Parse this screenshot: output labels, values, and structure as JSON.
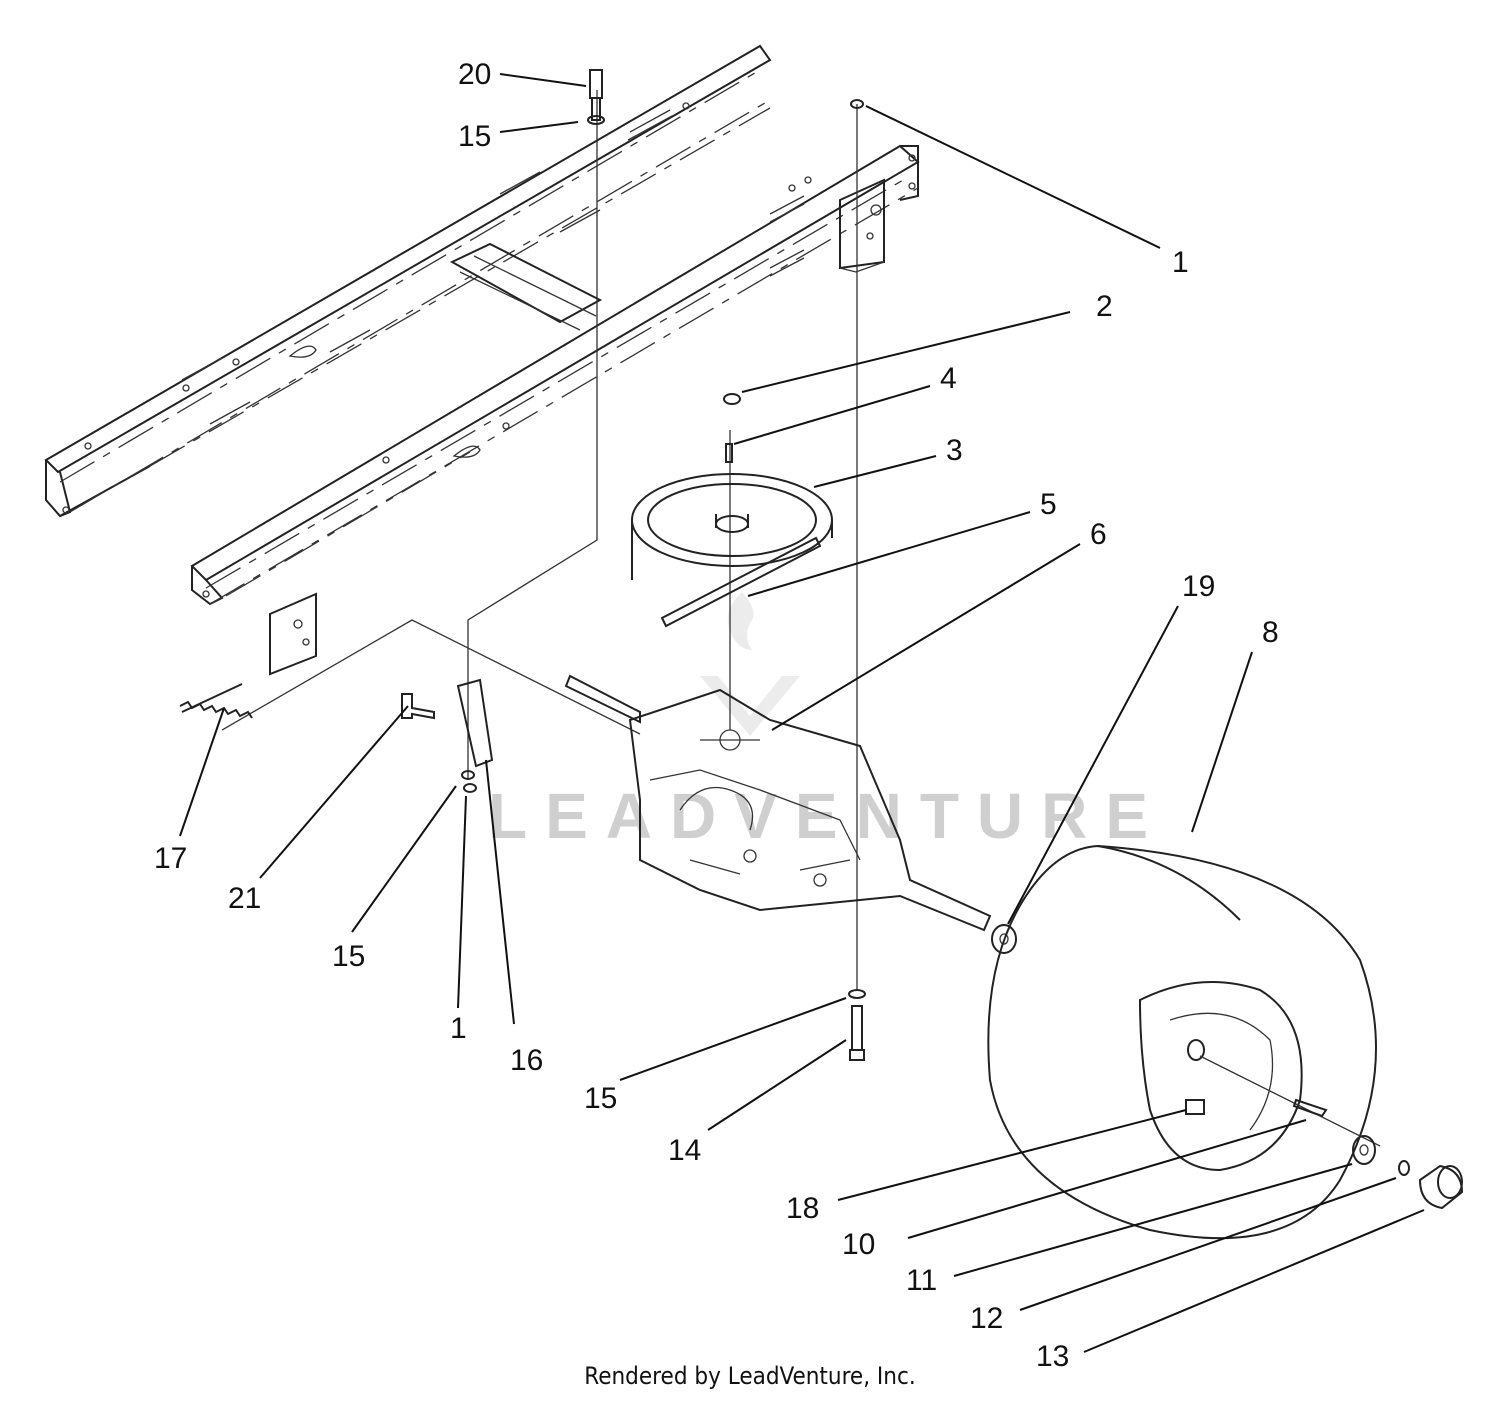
{
  "diagram": {
    "watermark": "LEADVENTURE",
    "footer": "Rendered by LeadVenture, Inc.",
    "callouts": {
      "c20": "20",
      "c15a": "15",
      "c1a": "1",
      "c2": "2",
      "c4": "4",
      "c3": "3",
      "c5": "5",
      "c6": "6",
      "c19": "19",
      "c8": "8",
      "c17": "17",
      "c21": "21",
      "c15b": "15",
      "c1b": "1",
      "c16": "16",
      "c15c": "15",
      "c14": "14",
      "c18": "18",
      "c10": "10",
      "c11": "11",
      "c12": "12",
      "c13": "13"
    }
  }
}
